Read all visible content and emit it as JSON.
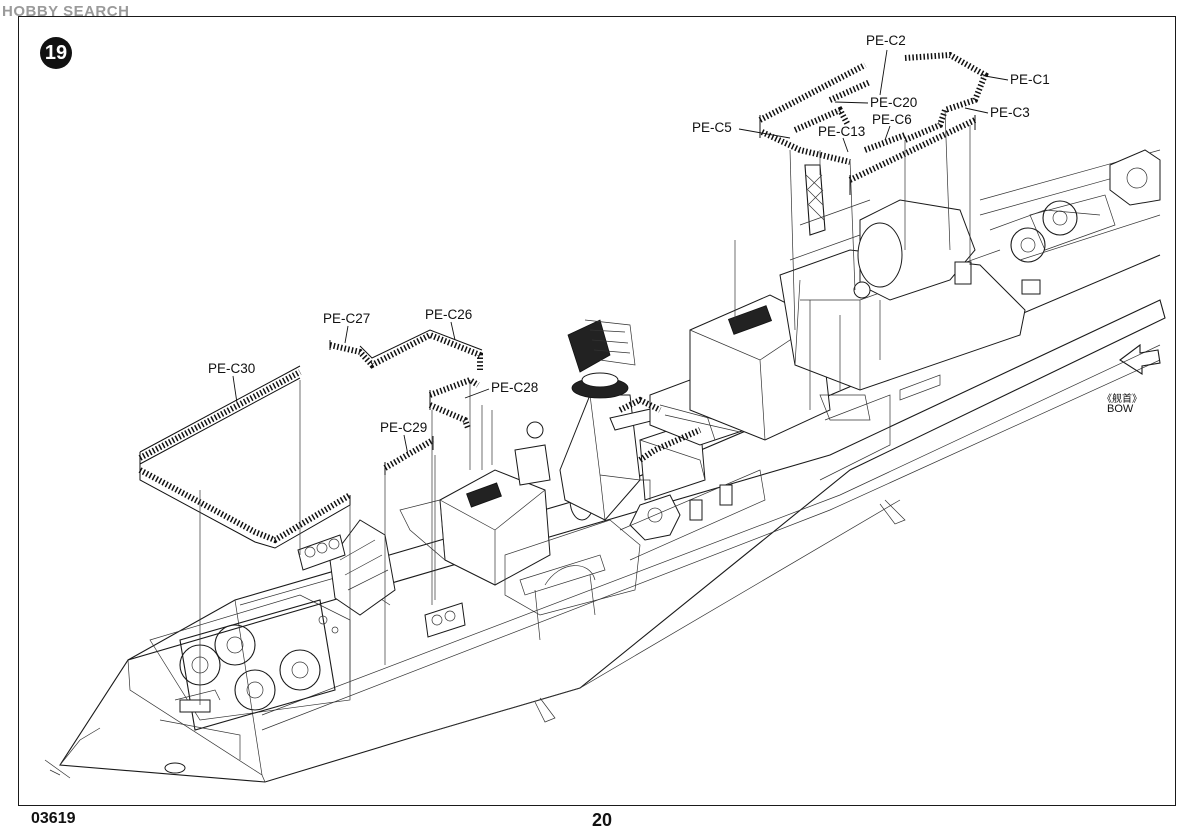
{
  "watermark": "HOBBY SEARCH",
  "step": {
    "number": "19"
  },
  "footer": {
    "code": "03619",
    "page": "20"
  },
  "bow": {
    "cn": "《舰首》",
    "en": "BOW"
  },
  "callouts": [
    "PE-C2",
    "PE-C1",
    "PE-C20",
    "PE-C3",
    "PE-C6",
    "PE-C5",
    "PE-C13",
    "PE-C27",
    "PE-C26",
    "PE-C30",
    "PE-C28",
    "PE-C29"
  ]
}
